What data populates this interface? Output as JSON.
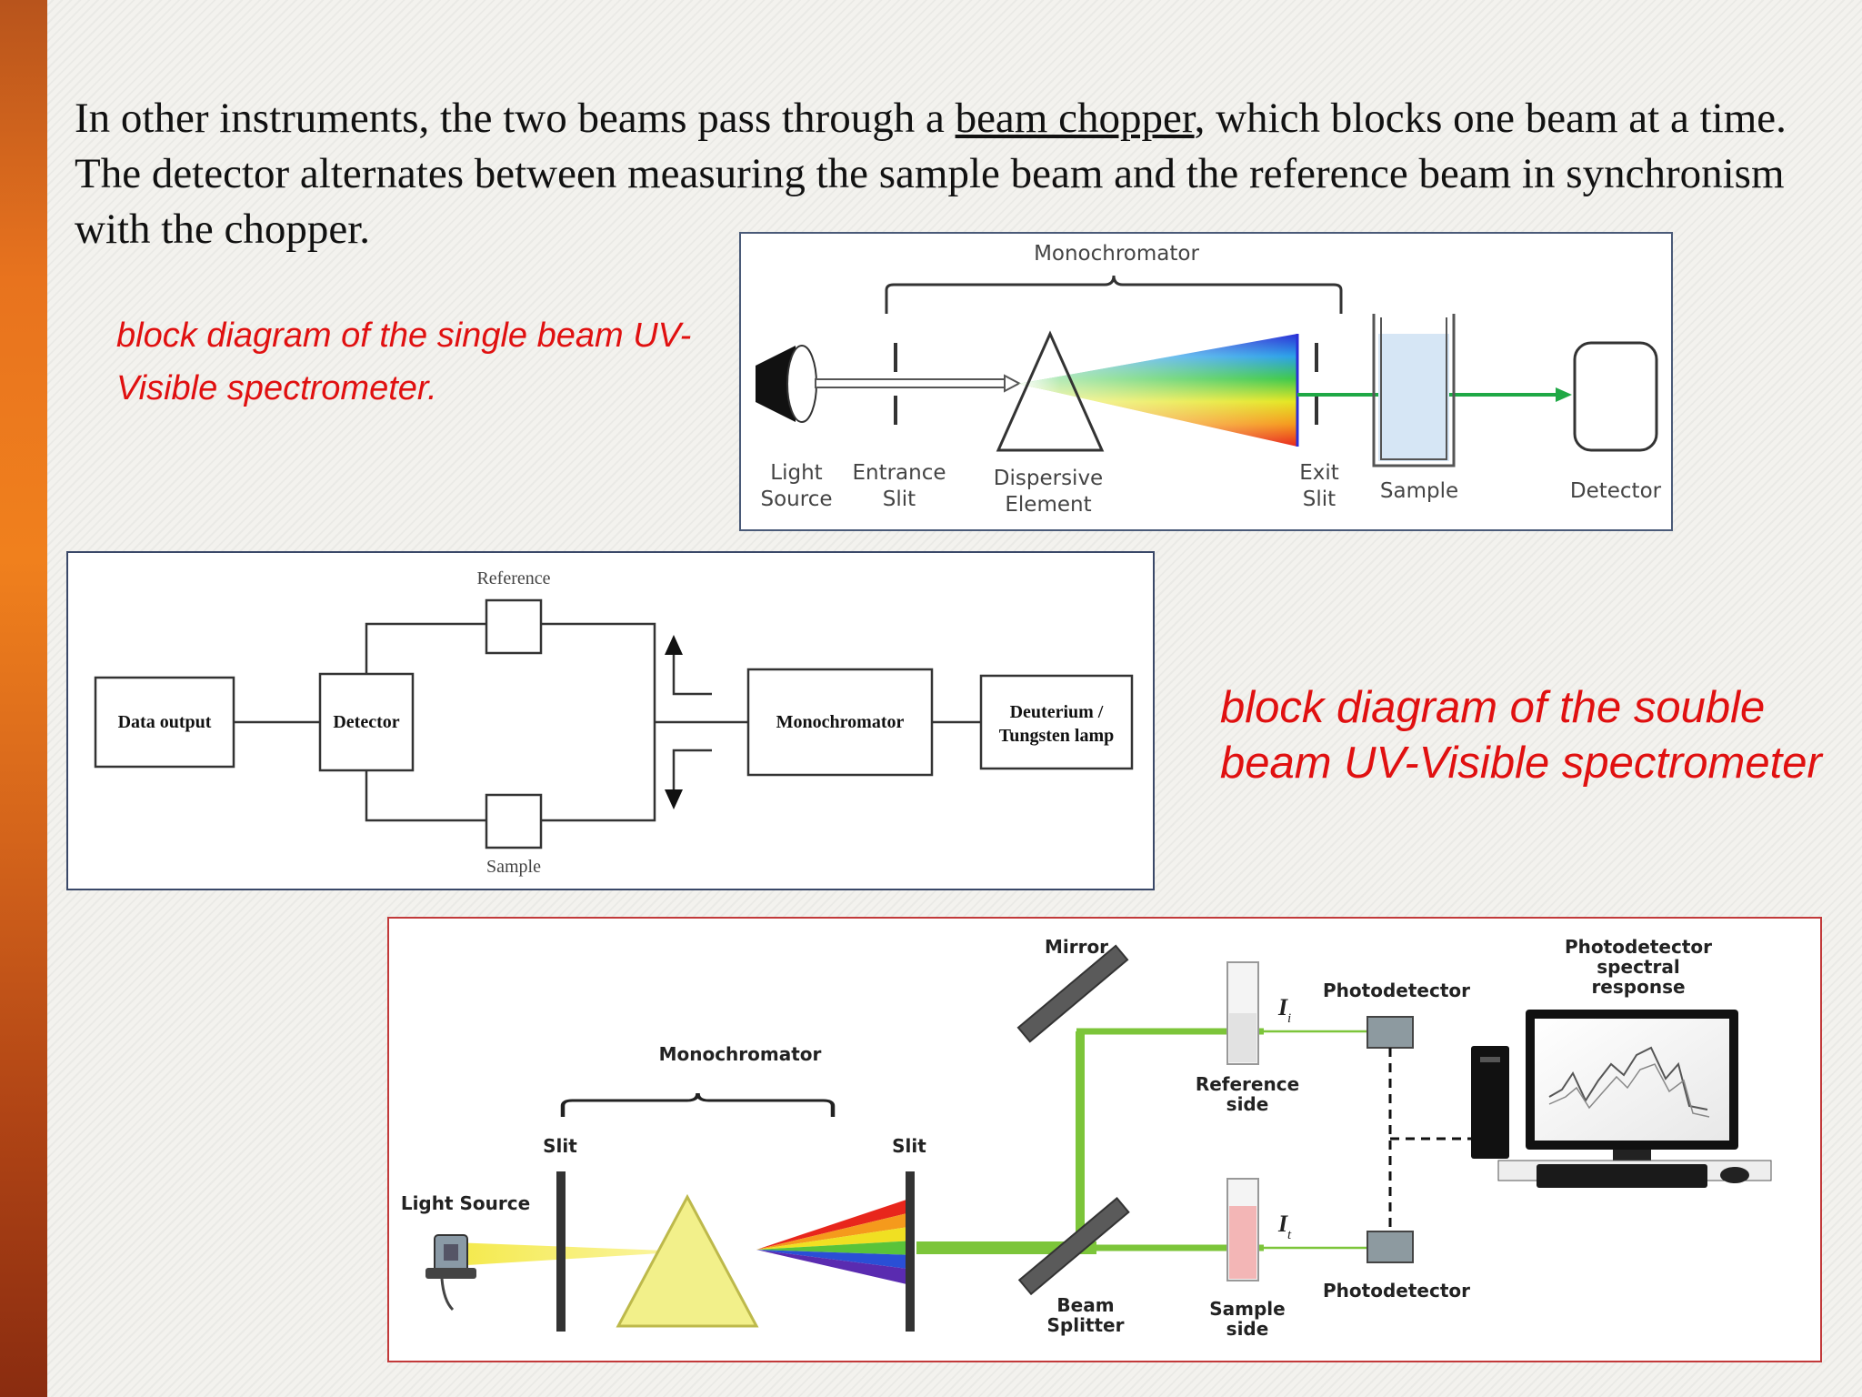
{
  "intro": {
    "before": "In other instruments, the two beams pass through a ",
    "link": "beam chopper",
    "after": ", which blocks one beam at a time. The detector alternates between measuring the sample beam and the reference beam in synchronism with the chopper."
  },
  "caption_single": "block diagram of the single beam UV-Visible spectrometer.",
  "caption_double": "block diagram of the souble beam UV-Visible spectrometer",
  "single_beam": {
    "top_label": "Monochromator",
    "light_source": [
      "Light",
      "Source"
    ],
    "entrance_slit": [
      "Entrance",
      "Slit"
    ],
    "dispersive_element": [
      "Dispersive",
      "Element"
    ],
    "exit_slit": [
      "Exit",
      "Slit"
    ],
    "sample": "Sample",
    "detector": "Detector"
  },
  "double_block": {
    "reference": "Reference",
    "sample": "Sample",
    "data_output": "Data output",
    "detector": "Detector",
    "monochromator": "Monochromator",
    "lamp": [
      "Deuterium /",
      "Tungsten lamp"
    ]
  },
  "double_beam": {
    "mirror": "Mirror",
    "photodetector_response": [
      "Photodetector",
      "spectral",
      "response"
    ],
    "photodetector_top": "Photodetector",
    "photodetector_bottom": "Photodetector",
    "reference_side": [
      "Reference",
      "side"
    ],
    "sample_side": [
      "Sample",
      "side"
    ],
    "monochromator": "Monochromator",
    "slit_left": "Slit",
    "slit_right": "Slit",
    "light_source": "Light Source",
    "beam_splitter": [
      "Beam",
      "Splitter"
    ],
    "i_ref": "I",
    "i_ref_sub": "i",
    "i_sample": "I",
    "i_sample_sub": "t"
  }
}
